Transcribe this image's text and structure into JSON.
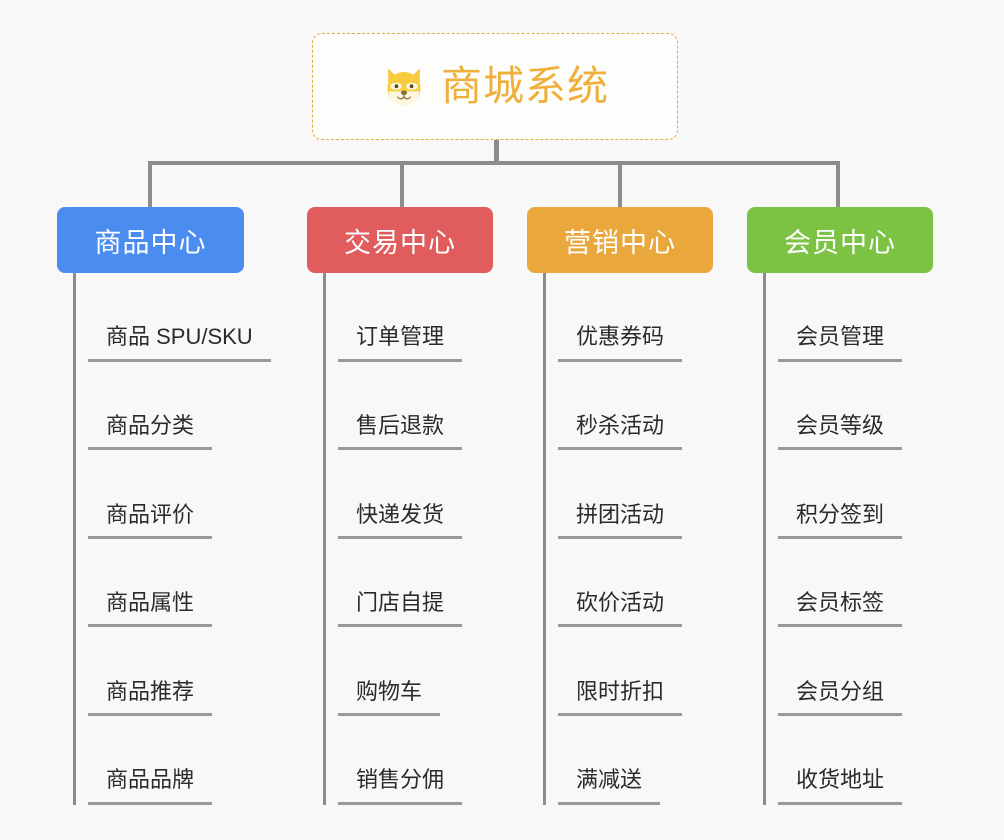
{
  "theme": {
    "background": "#f8f8f8",
    "connector_color": "#8c8c8c",
    "item_rule_color": "#9a9a9a",
    "root_border_color": "#e7a93c",
    "root_title_color": "#eeb03a"
  },
  "root": {
    "icon": "shiba-dog-face-icon",
    "title": "商城系统"
  },
  "columns": [
    {
      "key": "product-center",
      "label": "商品中心",
      "color": "#4a8cf0",
      "color_class": "c-blue",
      "items": [
        "商品 SPU/SKU",
        "商品分类",
        "商品评价",
        "商品属性",
        "商品推荐",
        "商品品牌"
      ]
    },
    {
      "key": "trade-center",
      "label": "交易中心",
      "color": "#e15c5c",
      "color_class": "c-red",
      "items": [
        "订单管理",
        "售后退款",
        "快递发货",
        "门店自提",
        "购物车",
        "销售分佣"
      ]
    },
    {
      "key": "marketing-center",
      "label": "营销中心",
      "color": "#eaa73c",
      "color_class": "c-orange",
      "items": [
        "优惠券码",
        "秒杀活动",
        "拼团活动",
        "砍价活动",
        "限时折扣",
        "满减送"
      ]
    },
    {
      "key": "member-center",
      "label": "会员中心",
      "color": "#7cc343",
      "color_class": "c-green",
      "items": [
        "会员管理",
        "会员等级",
        "积分签到",
        "会员标签",
        "会员分组",
        "收货地址"
      ]
    }
  ]
}
